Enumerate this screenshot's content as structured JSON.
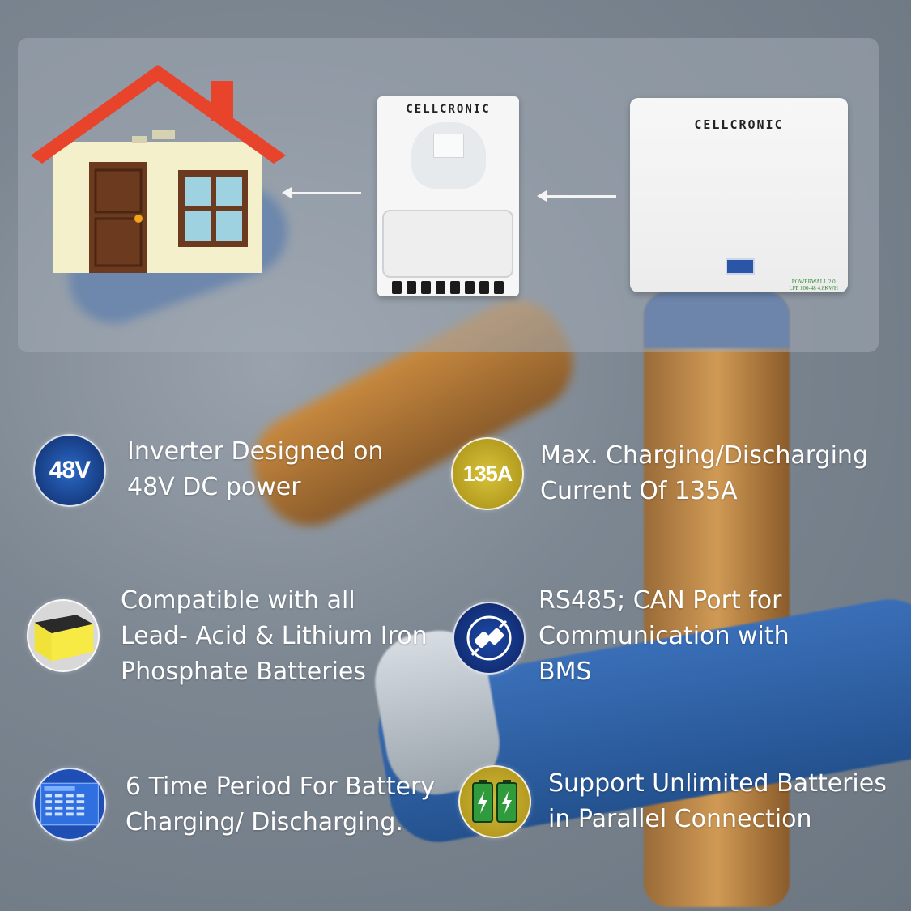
{
  "diagram": {
    "inverter_brand": "CELLCRONIC",
    "battery_brand": "CELLCRONIC",
    "battery_model_line1": "POWERWALL 2.0",
    "battery_model_line2": "LFP 100-48 4.8KWH"
  },
  "features": [
    {
      "icon": "48v-badge-icon",
      "badge": "48V",
      "line1": "Inverter Designed on",
      "line2": "48V DC power",
      "line3": ""
    },
    {
      "icon": "135a-badge-icon",
      "badge": "135A",
      "line1": "Max. Charging/Discharging",
      "line2": "Current Of 135A",
      "line3": ""
    },
    {
      "icon": "lead-acid-battery-icon",
      "badge": "",
      "line1": "Compatible with all",
      "line2": "Lead- Acid & Lithium Iron",
      "line3": "Phosphate Batteries"
    },
    {
      "icon": "plug-connection-icon",
      "badge": "",
      "line1": "RS485; CAN Port for",
      "line2": "Communication with",
      "line3": "BMS"
    },
    {
      "icon": "schedule-screen-icon",
      "badge": "",
      "line1": "6 Time Period For Battery",
      "line2": "Charging/ Discharging.",
      "line3": ""
    },
    {
      "icon": "parallel-batteries-icon",
      "badge": "",
      "line1": "Support Unlimited Batteries",
      "line2": "in Parallel Connection",
      "line3": ""
    }
  ],
  "colors": {
    "roof": "#e8442c",
    "house_wall": "#f5f0cc",
    "door": "#6b3a1f",
    "gold_badge": "#c9b22a",
    "blue_badge": "#1d3f8f",
    "text": "#ffffff"
  }
}
